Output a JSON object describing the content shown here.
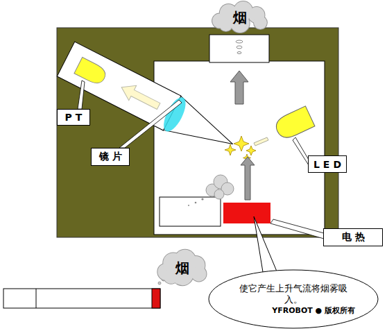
{
  "diagram": {
    "nodes": [
      {
        "text": [
          "烟"
        ]
      },
      {
        "text": [
          "PT"
        ]
      },
      {
        "text": [
          "镜片"
        ]
      },
      {
        "text": [
          "LED"
        ]
      },
      {
        "text": [
          "电热"
        ]
      },
      {
        "text": [
          "烟"
        ]
      },
      {
        "text": [
          "使它产生上升气流将烟雾吸入。",
          "YFROBOT ● 版权所有"
        ]
      }
    ]
  }
}
